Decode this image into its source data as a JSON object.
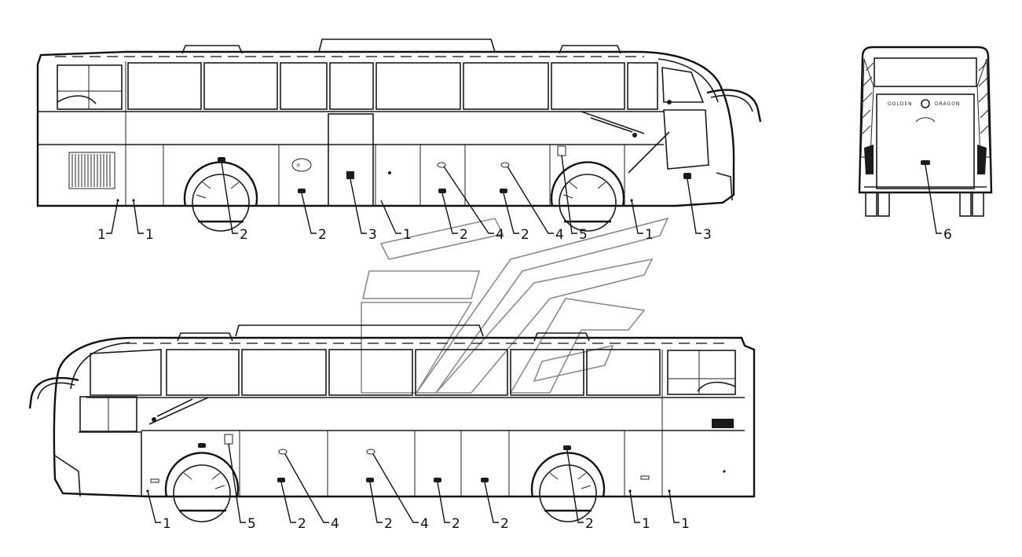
{
  "callouts_top": [
    "1",
    "1",
    "2",
    "2",
    "3",
    "1",
    "2",
    "4",
    "2",
    "4",
    "5",
    "1",
    "3"
  ],
  "callouts_rear": [
    "6"
  ],
  "callouts_bottom": [
    "1",
    "5",
    "2",
    "4",
    "2",
    "4",
    "2",
    "2",
    "2",
    "1",
    "1"
  ],
  "rear_badge": [
    "GOLDEN",
    "DRAGON"
  ],
  "colors": {
    "line": "#1a1a1a",
    "watermark": "#8a8a8a",
    "background": "#ffffff"
  }
}
